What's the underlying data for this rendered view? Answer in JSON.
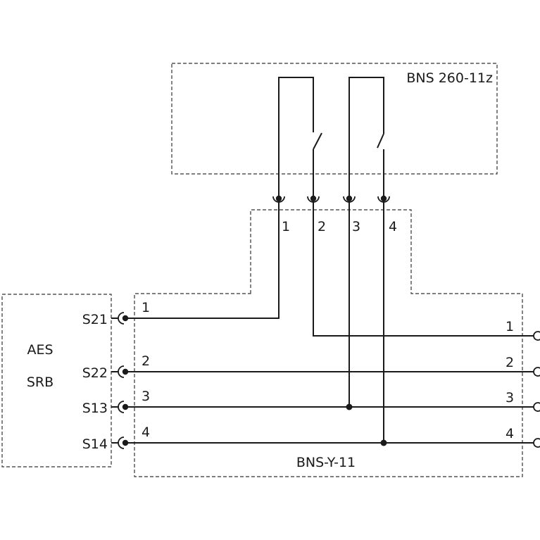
{
  "switch_box": {
    "label": "BNS 260-11z"
  },
  "module": {
    "label": "BNS-Y-11"
  },
  "controller": {
    "line1": "AES",
    "line2": "SRB"
  },
  "top_pins": [
    "1",
    "2",
    "3",
    "4"
  ],
  "left_terminals": [
    "S21",
    "S22",
    "S13",
    "S14"
  ],
  "left_wire_numbers": [
    "1",
    "2",
    "3",
    "4"
  ],
  "right_wire_numbers": [
    "1",
    "2",
    "3",
    "4"
  ],
  "colors": {
    "line": "#1a1a1a",
    "dashed_border": "#333333",
    "background": "#ffffff"
  }
}
